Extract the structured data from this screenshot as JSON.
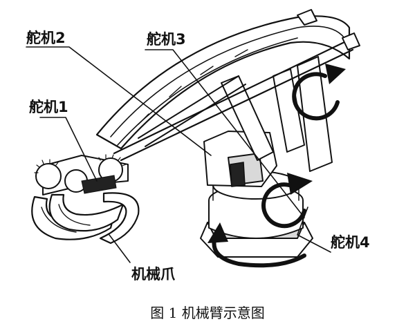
{
  "labels": {
    "servo1": "舵机1",
    "servo2": "舵机2",
    "servo3": "舵机3",
    "servo4": "舵机4",
    "gripper": "机械爪"
  },
  "caption": "图 1  机械臂示意图",
  "colors": {
    "ink": "#111111",
    "paper": "#ffffff",
    "shade": "#d9d9d9"
  }
}
